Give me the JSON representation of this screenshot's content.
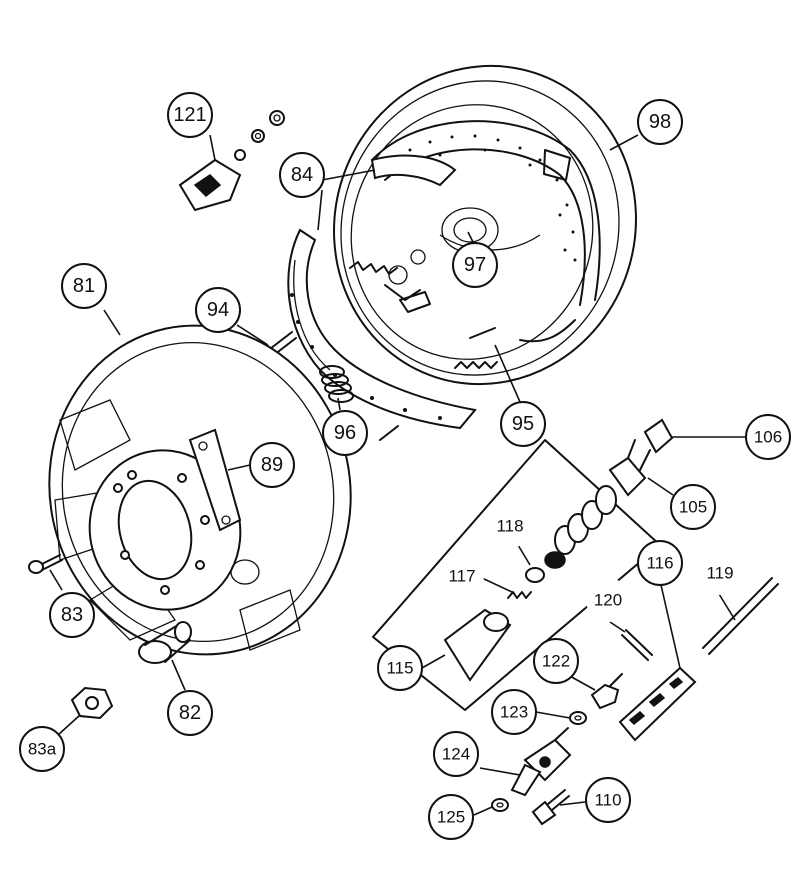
{
  "callouts": [
    {
      "id": "121",
      "label": "121"
    },
    {
      "id": "98",
      "label": "98"
    },
    {
      "id": "84",
      "label": "84"
    },
    {
      "id": "97",
      "label": "97"
    },
    {
      "id": "81",
      "label": "81"
    },
    {
      "id": "94",
      "label": "94"
    },
    {
      "id": "96",
      "label": "96"
    },
    {
      "id": "95",
      "label": "95"
    },
    {
      "id": "89",
      "label": "89"
    },
    {
      "id": "106",
      "label": "106"
    },
    {
      "id": "105",
      "label": "105"
    },
    {
      "id": "118",
      "label": "118"
    },
    {
      "id": "117",
      "label": "117"
    },
    {
      "id": "116",
      "label": "116"
    },
    {
      "id": "119",
      "label": "119"
    },
    {
      "id": "120",
      "label": "120"
    },
    {
      "id": "83",
      "label": "83"
    },
    {
      "id": "115",
      "label": "115"
    },
    {
      "id": "122",
      "label": "122"
    },
    {
      "id": "82",
      "label": "82"
    },
    {
      "id": "123",
      "label": "123"
    },
    {
      "id": "83a",
      "label": "83a"
    },
    {
      "id": "124",
      "label": "124"
    },
    {
      "id": "125",
      "label": "125"
    },
    {
      "id": "110",
      "label": "110"
    }
  ]
}
